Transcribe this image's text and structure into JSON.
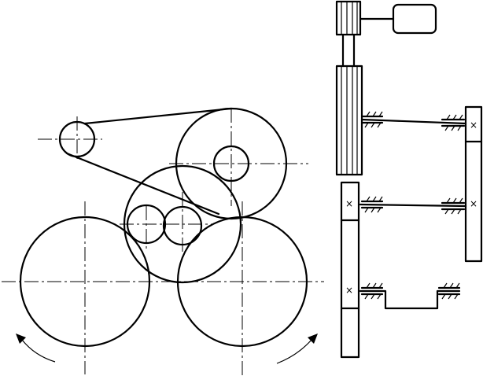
{
  "title": "",
  "view_left": {
    "label": "",
    "rolls": [
      {
        "name": "left-large-roll"
      },
      {
        "name": "right-large-roll"
      },
      {
        "name": "middle-roll"
      },
      {
        "name": "upper-right-gear"
      },
      {
        "name": "upper-right-hub"
      },
      {
        "name": "small-left-gear"
      },
      {
        "name": "small-right-gear"
      },
      {
        "name": "left-tension-pulley"
      }
    ]
  },
  "view_right": {
    "label": "",
    "gear_marks": [
      "×",
      "×",
      "×",
      "×",
      "×"
    ]
  },
  "colors": {
    "ink": "#000000",
    "background": "#ffffff"
  }
}
